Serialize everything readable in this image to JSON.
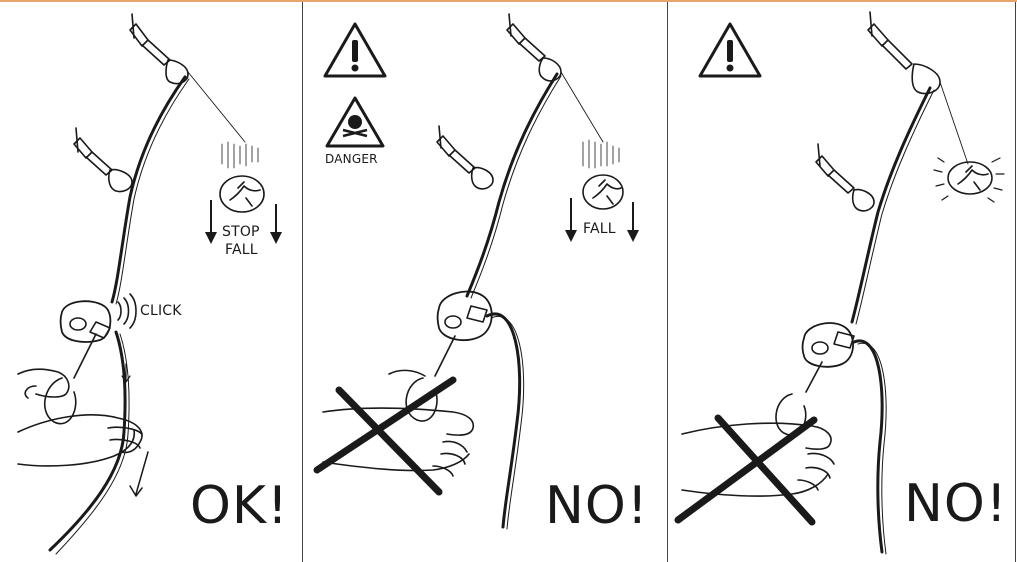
{
  "panels": [
    {
      "id": "panel-ok",
      "labels": {
        "stop": "STOP",
        "fall": "FALL",
        "click": "CLICK",
        "verdict": "OK!"
      }
    },
    {
      "id": "panel-no-1",
      "labels": {
        "danger": "DANGER",
        "fall": "FALL",
        "verdict": "NO!"
      }
    },
    {
      "id": "panel-no-2",
      "labels": {
        "verdict": "NO!"
      }
    }
  ],
  "colors": {
    "ink": "#1a1a1a",
    "frame": "#444444",
    "accent": "#e8a46a"
  },
  "icons": [
    "warning-triangle-icon",
    "danger-skull-icon",
    "falling-climber-icon",
    "carabiner-icon",
    "belay-device-icon",
    "hand-icon",
    "cross-out-icon",
    "down-arrow-icon"
  ]
}
